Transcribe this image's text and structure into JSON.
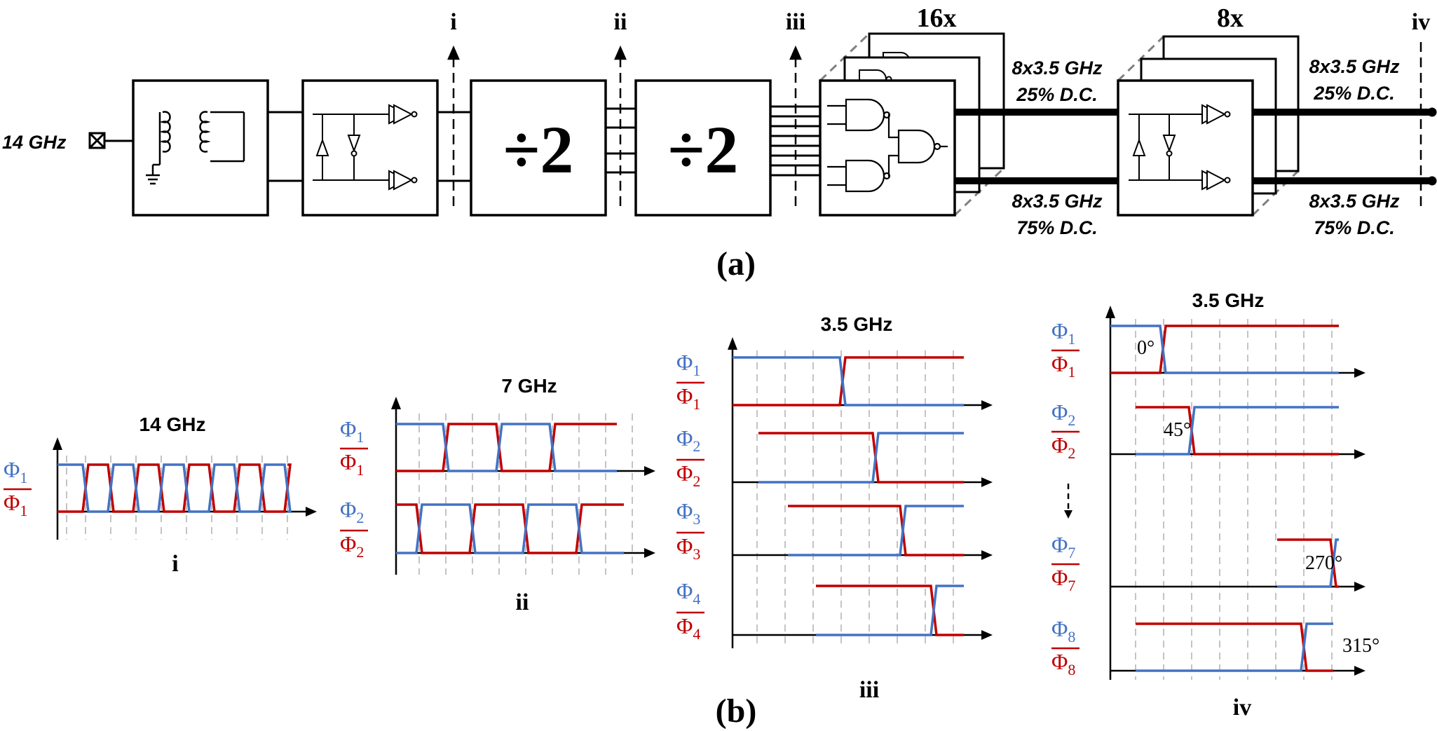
{
  "colors": {
    "ink": "#000000",
    "phi": "#4472C4",
    "phi_bar": "#C00000",
    "grid": "#b0b0b0",
    "cube_dash": "#808080"
  },
  "part_a": {
    "caption": "(a)",
    "input_label": "14 GHz",
    "divider_symbol": "÷2",
    "probe_labels": [
      "i",
      "ii",
      "iii",
      "iv"
    ],
    "multiplier_1": "16x",
    "multiplier_2": "8x",
    "signal_top_1": [
      "8x3.5 GHz",
      "25% D.C."
    ],
    "signal_bot_1": [
      "8x3.5 GHz",
      "75% D.C."
    ],
    "signal_top_2": [
      "8x3.5 GHz",
      "25% D.C."
    ],
    "signal_bot_2": [
      "8x3.5 GHz",
      "75% D.C."
    ]
  },
  "part_b": {
    "caption": "(b)",
    "panels": [
      {
        "id": "i",
        "title": "14 GHz",
        "signals": [
          {
            "phi": "Φ",
            "sub": "1"
          }
        ]
      },
      {
        "id": "ii",
        "title": "7 GHz",
        "signals": [
          {
            "phi": "Φ",
            "sub": "1"
          },
          {
            "phi": "Φ",
            "sub": "2"
          }
        ]
      },
      {
        "id": "iii",
        "title": "3.5 GHz",
        "signals": [
          {
            "phi": "Φ",
            "sub": "1"
          },
          {
            "phi": "Φ",
            "sub": "2"
          },
          {
            "phi": "Φ",
            "sub": "3"
          },
          {
            "phi": "Φ",
            "sub": "4"
          }
        ]
      },
      {
        "id": "iv",
        "title": "3.5 GHz",
        "signals": [
          {
            "phi": "Φ",
            "sub": "1",
            "phase": "0°"
          },
          {
            "phi": "Φ",
            "sub": "2",
            "phase": "45°"
          },
          {
            "phi": "Φ",
            "sub": "7",
            "phase": "270°"
          },
          {
            "phi": "Φ",
            "sub": "8",
            "phase": "315°"
          }
        ]
      }
    ]
  }
}
